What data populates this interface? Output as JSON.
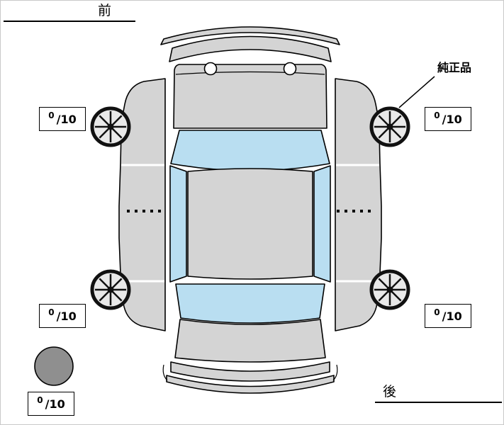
{
  "labels": {
    "front": "前",
    "rear": "後",
    "genuine_parts": "純正品"
  },
  "tires": {
    "front_left": {
      "value": "0",
      "unit": "/10"
    },
    "front_right": {
      "value": "0",
      "unit": "/10"
    },
    "rear_left": {
      "value": "0",
      "unit": "/10"
    },
    "rear_right": {
      "value": "0",
      "unit": "/10"
    },
    "spare": {
      "value": "0",
      "unit": "/10"
    }
  },
  "colors": {
    "body": "#d4d4d4",
    "glass": "#b9def1",
    "outline": "#000000",
    "spare_tire": "#8f8f8f",
    "background": "#ffffff"
  }
}
